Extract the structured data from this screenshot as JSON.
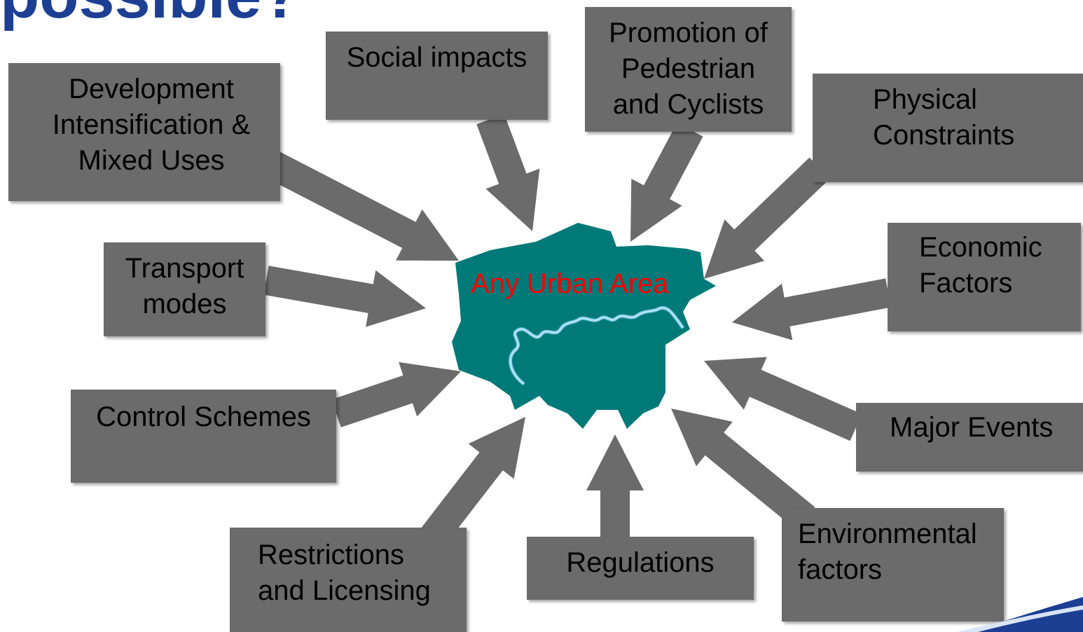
{
  "title_fragment": "possible?",
  "center": {
    "label": "Any Urban Area",
    "label_color": "#ff0000",
    "map_color": "#007a78",
    "river_color": "#7ec8e8"
  },
  "box_color": "#6b6b6b",
  "arrow_color": "#6b6b6b",
  "title_color": "#1c3f94",
  "factors": [
    {
      "id": "development",
      "label": "Development\nIntensification &\nMixed Uses"
    },
    {
      "id": "social",
      "label": "Social impacts"
    },
    {
      "id": "promotion",
      "label": "Promotion of\nPedestrian\nand Cyclists"
    },
    {
      "id": "physical",
      "label": "Physical\nConstraints"
    },
    {
      "id": "economic",
      "label": "Economic\nFactors"
    },
    {
      "id": "transport",
      "label": "Transport\nmodes"
    },
    {
      "id": "control",
      "label": "Control Schemes"
    },
    {
      "id": "major-events",
      "label": "Major Events"
    },
    {
      "id": "restrictions",
      "label": "Restrictions\nand Licensing"
    },
    {
      "id": "regulations",
      "label": "Regulations"
    },
    {
      "id": "environmental",
      "label": "Environmental\nfactors"
    }
  ]
}
